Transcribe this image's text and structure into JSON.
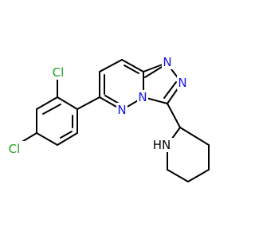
{
  "colors": {
    "background": "#ffffff",
    "bond": "#000000",
    "chlorine": "#1fa01f",
    "nitrogen": "#1414e6",
    "nitrogen_h": "#000000"
  },
  "atom_labels": {
    "cl_top": "Cl",
    "cl_left": "Cl",
    "n_triazole_top": "N",
    "n_triazole_right": "N",
    "n_bridge": "N",
    "n_pyridazine": "N",
    "nh_piperidine": "HN"
  }
}
